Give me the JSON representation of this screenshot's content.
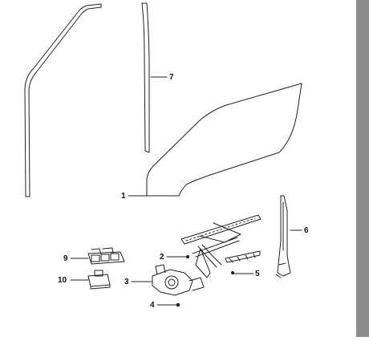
{
  "diagram": {
    "callouts": [
      {
        "id": "1",
        "label": "1"
      },
      {
        "id": "2",
        "label": "2"
      },
      {
        "id": "3",
        "label": "3"
      },
      {
        "id": "4",
        "label": "4"
      },
      {
        "id": "5",
        "label": "5"
      },
      {
        "id": "6",
        "label": "6"
      },
      {
        "id": "7",
        "label": "7"
      },
      {
        "id": "9",
        "label": "9"
      },
      {
        "id": "10",
        "label": "10"
      }
    ]
  },
  "colors": {
    "line": "#222222",
    "sidebar": "#8c8c8c",
    "background": "#ffffff"
  }
}
